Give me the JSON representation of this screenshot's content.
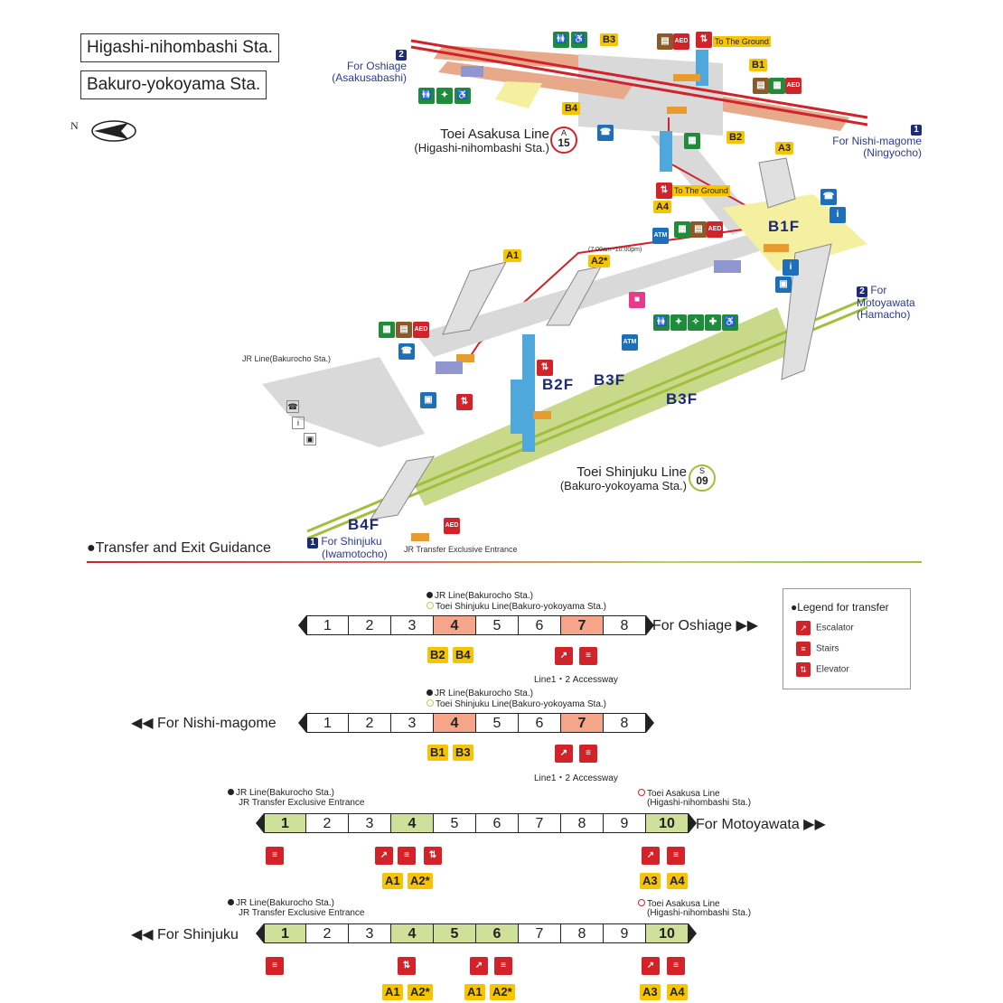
{
  "stations": [
    "Higashi-nihombashi Sta.",
    "Bakuro-yokoyama Sta."
  ],
  "compass": {
    "north": "N"
  },
  "map": {
    "directions": {
      "oshiage": {
        "num": "2",
        "line1": "For Oshiage",
        "line2": "(Asakusabashi)"
      },
      "nishimagome": {
        "num": "1",
        "line1": "For Nishi-magome",
        "line2": "(Ningyocho)"
      },
      "motoyawata": {
        "num": "2",
        "line1": "For",
        "line2": "Motoyawata",
        "line3": "(Hamacho)"
      },
      "shinjuku": {
        "num": "1",
        "line1": "For Shinjuku",
        "line2": "(Iwamotocho)"
      }
    },
    "asakusa_line": {
      "name": "Toei Asakusa Line",
      "sub": "(Higashi-nihombashi Sta.)",
      "code_letter": "A",
      "code_num": "15"
    },
    "shinjuku_line": {
      "name": "Toei Shinjuku Line",
      "sub": "(Bakuro-yokoyama Sta.)",
      "code_letter": "S",
      "code_num": "09"
    },
    "floors": {
      "b1f": "B1F",
      "b2f": "B2F",
      "b3f_a": "B3F",
      "b3f_b": "B3F",
      "b4f": "B4F"
    },
    "exits": {
      "b3": "B3",
      "b1": "B1",
      "b4": "B4",
      "b2": "B2",
      "a3": "A3",
      "a4": "A4",
      "a1": "A1",
      "a2": "A2*"
    },
    "to_ground_1": "To The Ground",
    "to_ground_2": "To The Ground",
    "a2_hours": "(7:00am~10:00pm)",
    "jr_line": "JR Line(Bakurocho Sta.)",
    "jr_entrance": "JR Transfer Exclusive Entrance",
    "icon_labels": {
      "aed": "AED",
      "atm": "ATM"
    }
  },
  "guidance": {
    "title": "Transfer and Exit Guidance",
    "legend": {
      "title": "Legend for transfer",
      "escalator": "Escalator",
      "stairs": "Stairs",
      "elevator": "Elevator"
    },
    "rows": [
      {
        "note1": "JR Line(Bakurocho Sta.)",
        "note2": "Toei Shinjuku Line(Bakuro-yokoyama Sta.)",
        "cars": [
          "1",
          "2",
          "3",
          "4",
          "5",
          "6",
          "7",
          "8"
        ],
        "dest": "For Oshiage ▶▶",
        "exits": [
          "B2",
          "B4"
        ],
        "accessway": "Line1・2 Accessway"
      },
      {
        "note1": "JR Line(Bakurocho Sta.)",
        "note2": "Toei Shinjuku Line(Bakuro-yokoyama Sta.)",
        "cars": [
          "1",
          "2",
          "3",
          "4",
          "5",
          "6",
          "7",
          "8"
        ],
        "dest": "◀◀ For Nishi-magome",
        "exits": [
          "B1",
          "B3"
        ],
        "accessway": "Line1・2 Accessway"
      },
      {
        "note1": "JR Line(Bakurocho Sta.)",
        "note2": "JR Transfer Exclusive Entrance",
        "note3": "Toei Asakusa Line",
        "note4": "(Higashi-nihombashi Sta.)",
        "cars": [
          "1",
          "2",
          "3",
          "4",
          "5",
          "6",
          "7",
          "8",
          "9",
          "10"
        ],
        "dest": "For Motoyawata ▶▶",
        "exits_mid": [
          "A1",
          "A2*"
        ],
        "exits_end": [
          "A3",
          "A4"
        ]
      },
      {
        "note1": "JR Line(Bakurocho Sta.)",
        "note2": "JR Transfer Exclusive Entrance",
        "note3": "Toei Asakusa Line",
        "note4": "(Higashi-nihombashi Sta.)",
        "cars": [
          "1",
          "2",
          "3",
          "4",
          "5",
          "6",
          "7",
          "8",
          "9",
          "10"
        ],
        "dest": "◀◀ For Shinjuku",
        "exits_a": [
          "A1",
          "A2*"
        ],
        "exits_b": [
          "A1",
          "A2*"
        ],
        "exits_end": [
          "A3",
          "A4"
        ]
      }
    ]
  },
  "colors": {
    "asakusa": "#d2232a",
    "shinjuku": "#9fbf3d",
    "exit": "#f6c400",
    "highlight_asakusa": "#f4a58a",
    "highlight_shinjuku": "#cfe09a",
    "badge": "#1d2a78"
  }
}
